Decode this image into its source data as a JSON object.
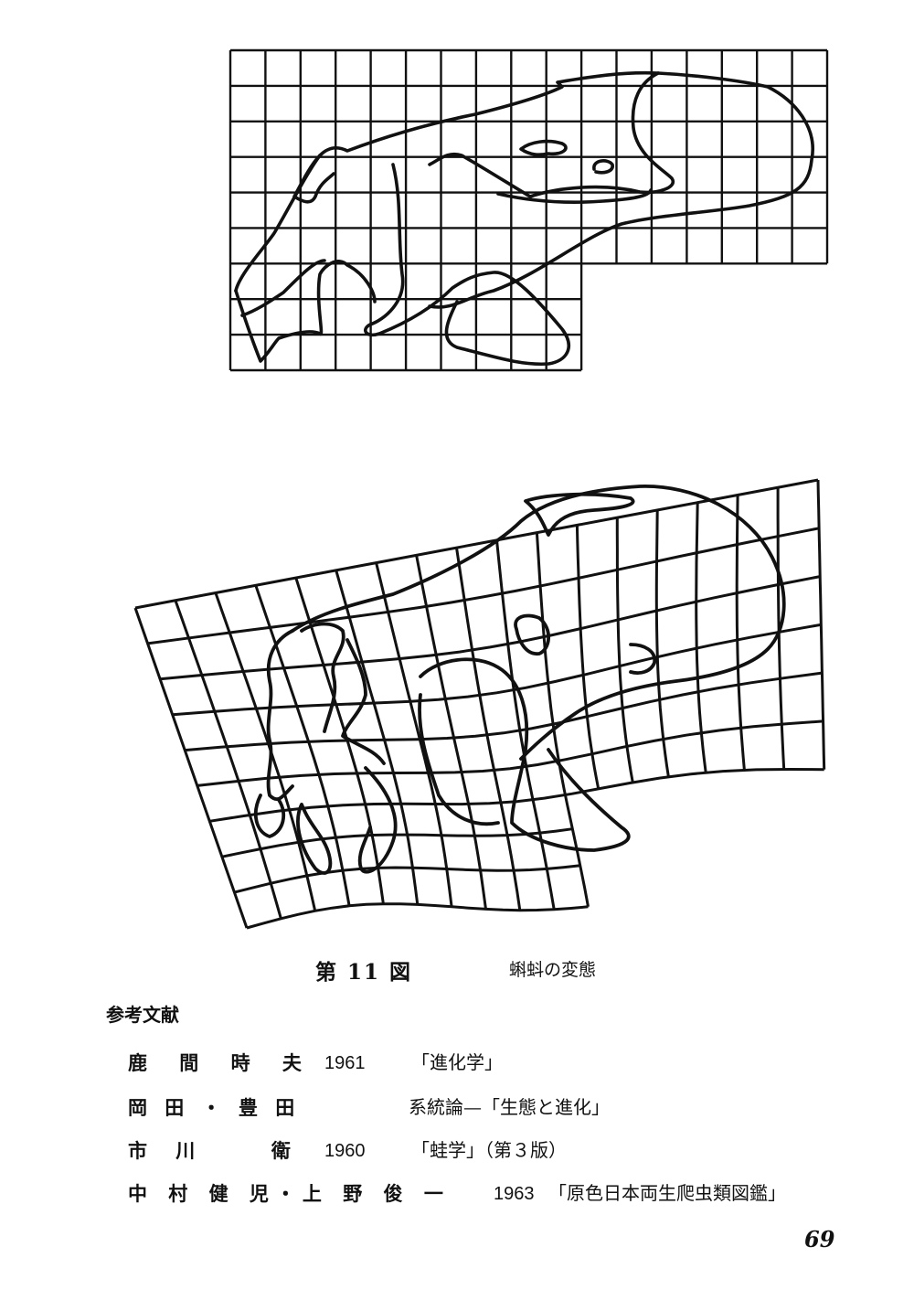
{
  "figure": {
    "number_label": "第 11 図",
    "title": "蝌蚪の変態"
  },
  "references": {
    "heading": "参考文献",
    "items": [
      {
        "author": "鹿 間 時 夫",
        "year": "1961",
        "title": "「進化学」"
      },
      {
        "author": "岡 田 ・ 豊 田",
        "year": "",
        "title": "系統論—「生態と進化」"
      },
      {
        "author": "市 川 　 衛",
        "year": "1960",
        "title": "「蛙学」（第３版）"
      },
      {
        "author": "中 村 健 児・上 野 俊 一",
        "year": "1963",
        "title": "「原色日本両生爬虫類図鑑」"
      }
    ]
  },
  "page_number": "69"
}
